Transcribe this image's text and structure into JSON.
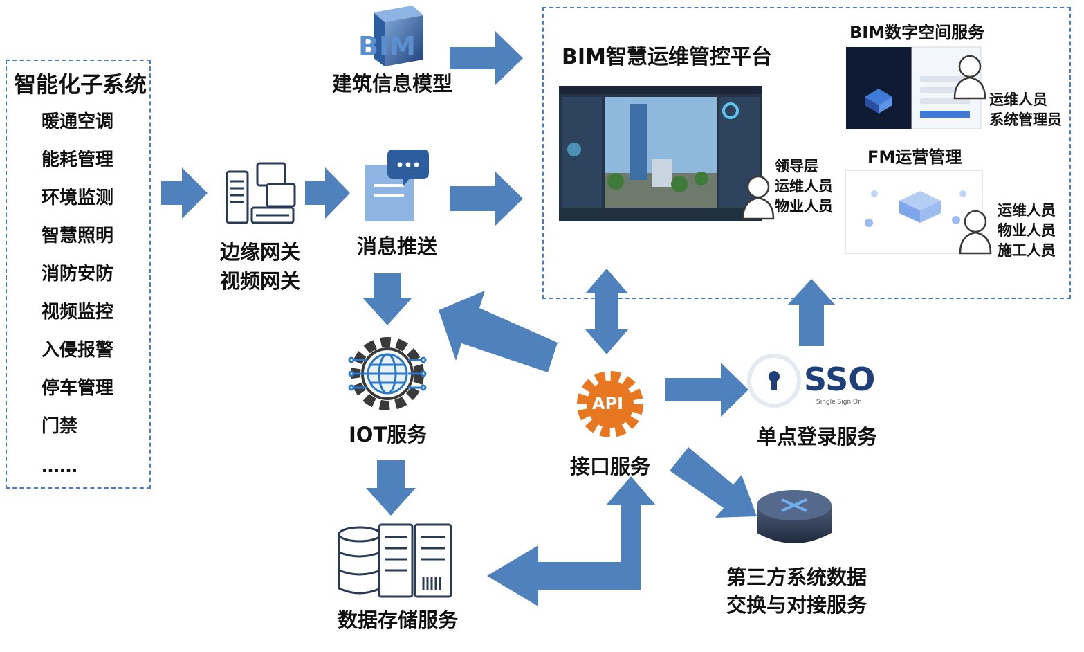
{
  "subsystems": {
    "title": "智能化子系统",
    "items": [
      "暖通空调",
      "能耗管理",
      "环境监测",
      "智慧照明",
      "消防安防",
      "视频监控",
      "入侵报警",
      "停车管理",
      "门禁",
      "……"
    ]
  },
  "bim": {
    "logo": "BIM",
    "label": "建筑信息模型"
  },
  "gateway": {
    "line1": "边缘网关",
    "line2": "视频网关"
  },
  "message": {
    "label": "消息推送"
  },
  "iot": {
    "label": "IOT服务"
  },
  "storage": {
    "label": "数据存储服务"
  },
  "api": {
    "icon_text": "API",
    "label": "接口服务"
  },
  "sso": {
    "logo": "SSO",
    "subtitle": "Single Sign On",
    "label": "单点登录服务"
  },
  "thirdparty": {
    "line1": "第三方系统数据",
    "line2": "交换与对接服务"
  },
  "platform": {
    "title": "BIM智慧运维管控平台",
    "roles": [
      "领导层",
      "运维人员",
      "物业人员"
    ],
    "bim_space": {
      "title": "BIM数字空间服务",
      "roles": [
        "运维人员",
        "系统管理员"
      ]
    },
    "fm": {
      "title": "FM运营管理",
      "roles": [
        "运维人员",
        "物业人员",
        "施工人员"
      ]
    }
  },
  "colors": {
    "arrow": "#4f81bd",
    "border": "#4a7cc0",
    "gear": "#e87722",
    "sso": "#1f3f7a"
  }
}
